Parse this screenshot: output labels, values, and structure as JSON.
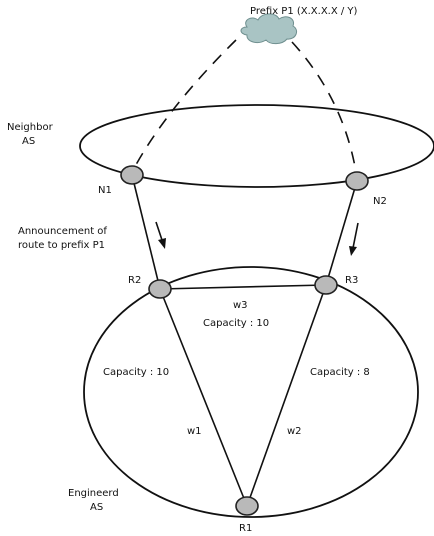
{
  "prefix_label": "Prefix P1 (X.X.X.X / Y)",
  "neighbor_as": {
    "line1": "Neighbor",
    "line2": "AS"
  },
  "engineered_as": {
    "line1": "Engineerd",
    "line2": "AS"
  },
  "announcement": {
    "line1": "Announcement of",
    "line2": "route to prefix P1"
  },
  "nodes": {
    "n1": "N1",
    "n2": "N2",
    "r1": "R1",
    "r2": "R2",
    "r3": "R3"
  },
  "links": {
    "r2_r3_weight": "w3",
    "r2_r3_capacity": "Capacity : 10",
    "r2_r1_capacity": "Capacity : 10",
    "r2_r1_weight": "w1",
    "r3_r1_capacity": "Capacity : 8",
    "r3_r1_weight": "w2"
  },
  "colors": {
    "node_fill": "#b9b9b9",
    "cloud_fill": "#a9c4c4",
    "stroke": "#111111"
  }
}
